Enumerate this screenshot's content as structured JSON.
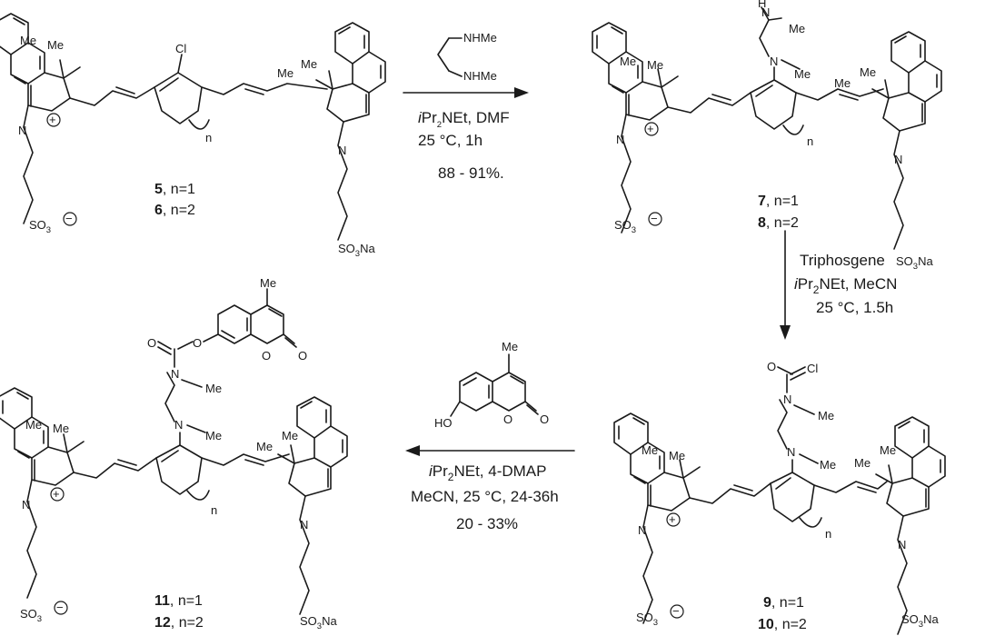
{
  "compounds": {
    "c5_6": {
      "line1_num": "5",
      "line1_rest": ", n=1",
      "line2_num": "6",
      "line2_rest": ", n=2"
    },
    "c7_8": {
      "line1_num": "7",
      "line1_rest": ", n=1",
      "line2_num": "8",
      "line2_rest": ", n=2"
    },
    "c9_10": {
      "line1_num": "9",
      "line1_rest": ", n=1",
      "line2_num": "10",
      "line2_rest": ", n=2"
    },
    "c11_12": {
      "line1_num": "11",
      "line1_rest": ", n=1",
      "line2_num": "12",
      "line2_rest": ", n=2"
    }
  },
  "steps": {
    "step1": {
      "reagent_top": "NHMe",
      "reagent_bottom": "NHMe",
      "line1_italic": "i",
      "line1_a": "Pr",
      "line1_sub": "2",
      "line1_b": "NEt, DMF",
      "line2": "25 °C, 1h",
      "line3": "88 - 91%."
    },
    "step2": {
      "line1": "Triphosgene",
      "line2_italic": "i",
      "line2_a": "Pr",
      "line2_sub": "2",
      "line2_b": "NEt, MeCN",
      "line3": "25 °C, 1.5h"
    },
    "step3": {
      "reagent_me": "Me",
      "reagent_ho": "HO",
      "reagent_o_ring": "O",
      "reagent_o_carbonyl": "O",
      "line1_italic": "i",
      "line1_a": "Pr",
      "line1_sub": "2",
      "line1_b": "NEt, 4-DMAP",
      "line2": "MeCN, 25 °C, 24-36h",
      "line3": "20 - 33%"
    }
  },
  "atom_labels": {
    "me": "Me",
    "n": "N",
    "cl": "Cl",
    "o": "O",
    "plus": "+",
    "minus": "−",
    "ring_n": "n",
    "so3": "SO",
    "so3_sub": "3",
    "so3na_tail": "Na"
  }
}
